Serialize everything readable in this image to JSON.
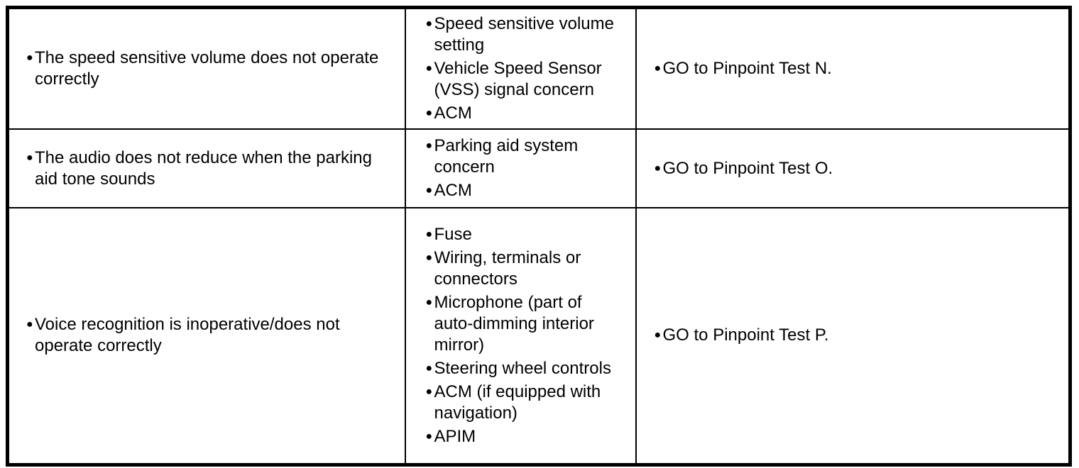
{
  "document": {
    "background_color": "#ffffff",
    "border_color": "#000000",
    "text_color": "#000000",
    "bullet_glyph": "●"
  },
  "table": {
    "rows": [
      {
        "symptom": [
          "The speed sensitive volume does not operate correctly"
        ],
        "possible_sources": [
          "Speed sensitive volume setting",
          "Vehicle Speed Sensor (VSS) signal concern",
          "ACM"
        ],
        "action": [
          "GO to Pinpoint Test N."
        ]
      },
      {
        "symptom": [
          "The audio does not reduce when the parking aid tone sounds"
        ],
        "possible_sources": [
          "Parking aid system concern",
          "ACM"
        ],
        "action": [
          "GO to Pinpoint Test O."
        ]
      },
      {
        "symptom": [
          "Voice recognition is inoperative/does not operate correctly"
        ],
        "possible_sources": [
          "Fuse",
          "Wiring, terminals or connectors",
          "Microphone (part of auto-dimming interior mirror)",
          "Steering wheel controls",
          "ACM (if equipped with navigation)",
          "APIM"
        ],
        "action": [
          "GO to Pinpoint Test P."
        ]
      }
    ]
  }
}
